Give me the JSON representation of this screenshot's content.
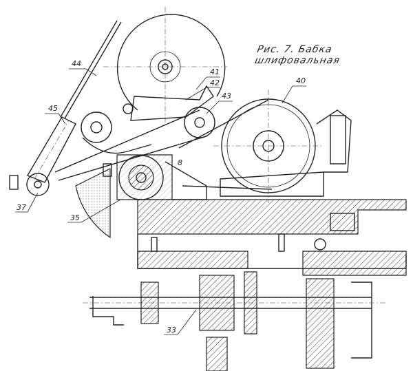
{
  "caption": "Рис. 7. Бабка шлифовальная",
  "labels": {
    "l44": "44",
    "l41": "41",
    "l42": "42",
    "l43": "43",
    "l40": "40",
    "l45": "45",
    "l8": "8",
    "l37": "37",
    "l35": "35",
    "l33": "33"
  }
}
